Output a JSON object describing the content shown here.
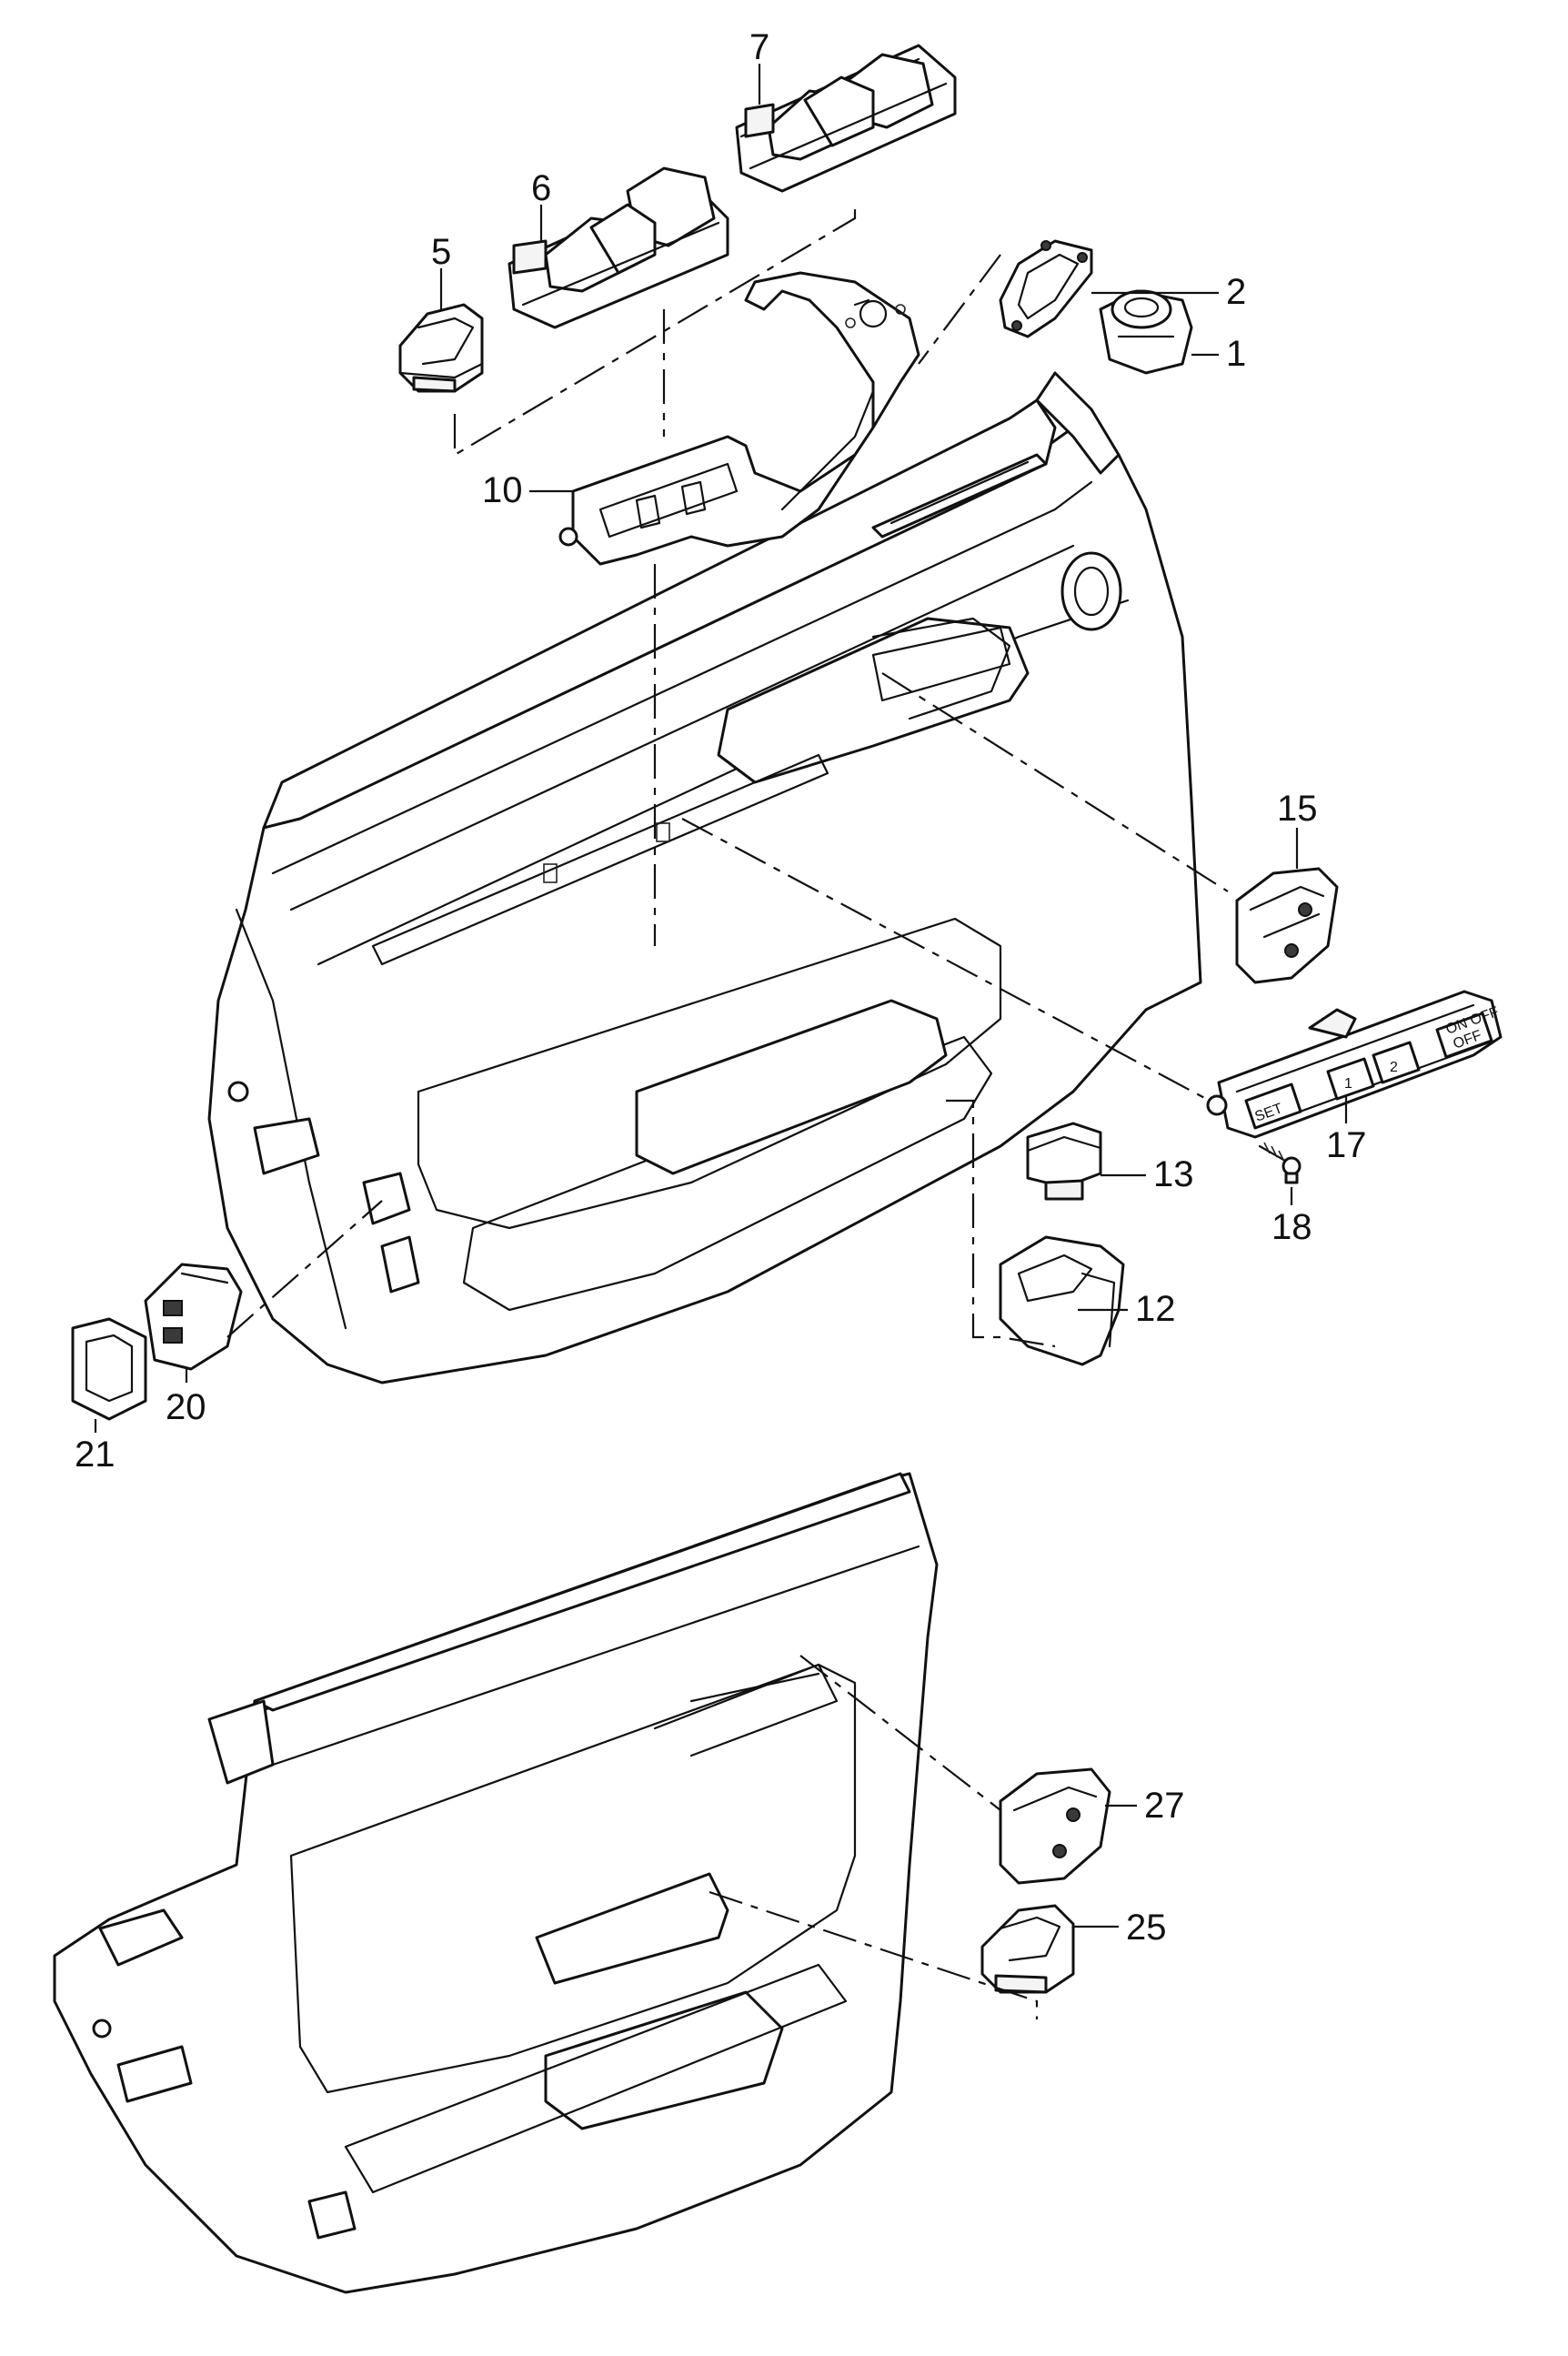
{
  "callouts": {
    "c1": "1",
    "c2": "2",
    "c5": "5",
    "c6": "6",
    "c7": "7",
    "c10": "10",
    "c12": "12",
    "c13": "13",
    "c15": "15",
    "c17": "17",
    "c18": "18",
    "c20": "20",
    "c21": "21",
    "c25": "25",
    "c27": "27"
  },
  "switch_labels": {
    "set": "SET",
    "mem1": "1",
    "mem2": "2",
    "on_off": "ON OFF",
    "off": "OFF"
  }
}
